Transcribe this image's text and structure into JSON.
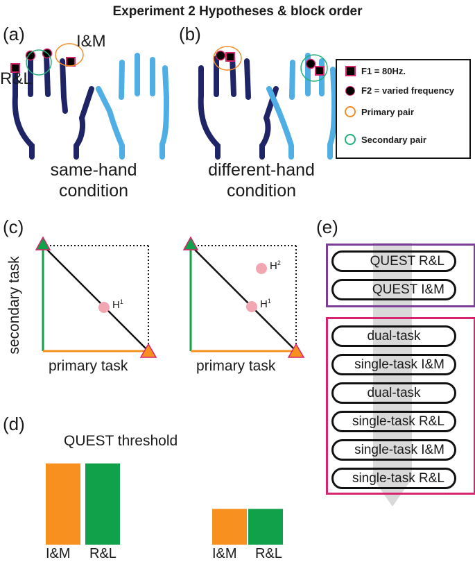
{
  "title": "Experiment 2 Hypotheses & block order",
  "panels": {
    "a": "(a)",
    "b": "(b)",
    "c": "(c)",
    "d": "(d)",
    "e": "(e)"
  },
  "hands": {
    "label_im": "I&M",
    "label_rl": "R&L",
    "condition_a": [
      "same-hand",
      "condition"
    ],
    "condition_b": [
      "different-hand",
      "condition"
    ]
  },
  "legend": {
    "f1": "F1 = 80Hz.",
    "f2": "F2 = varied frequency",
    "primary": "Primary pair",
    "secondary": "Secondary pair"
  },
  "hypothesis_plots": {
    "xlabel": "primary task",
    "ylabel": "secondary task",
    "h1": "H",
    "h1_sup": "1",
    "h2": "H",
    "h2_sup": "2"
  },
  "chart_data": {
    "type": "bar",
    "title": "QUEST threshold",
    "groups": [
      {
        "categories": [
          "I&M",
          "R&L"
        ],
        "values": [
          1.0,
          1.0
        ]
      },
      {
        "categories": [
          "I&M",
          "R&L"
        ],
        "values": [
          0.44,
          0.44
        ]
      }
    ],
    "colors": [
      "#f7901e",
      "#12a14b"
    ]
  },
  "blocks": {
    "group1": [
      "QUEST R&L",
      "QUEST I&M"
    ],
    "group2": [
      "dual-task",
      "single-task I&M",
      "dual-task",
      "single-task R&L",
      "single-task I&M",
      "single-task R&L"
    ]
  },
  "colors": {
    "dark_hand": "#1f2466",
    "light_hand": "#4faee4",
    "primary_ring": "#f28c28",
    "secondary_ring": "#22b07a",
    "purple_box": "#7b3f98",
    "magenta_box": "#d6246e",
    "stim_border": "#d8246a",
    "bar_orange": "#f7901e",
    "bar_green": "#12a14b"
  }
}
